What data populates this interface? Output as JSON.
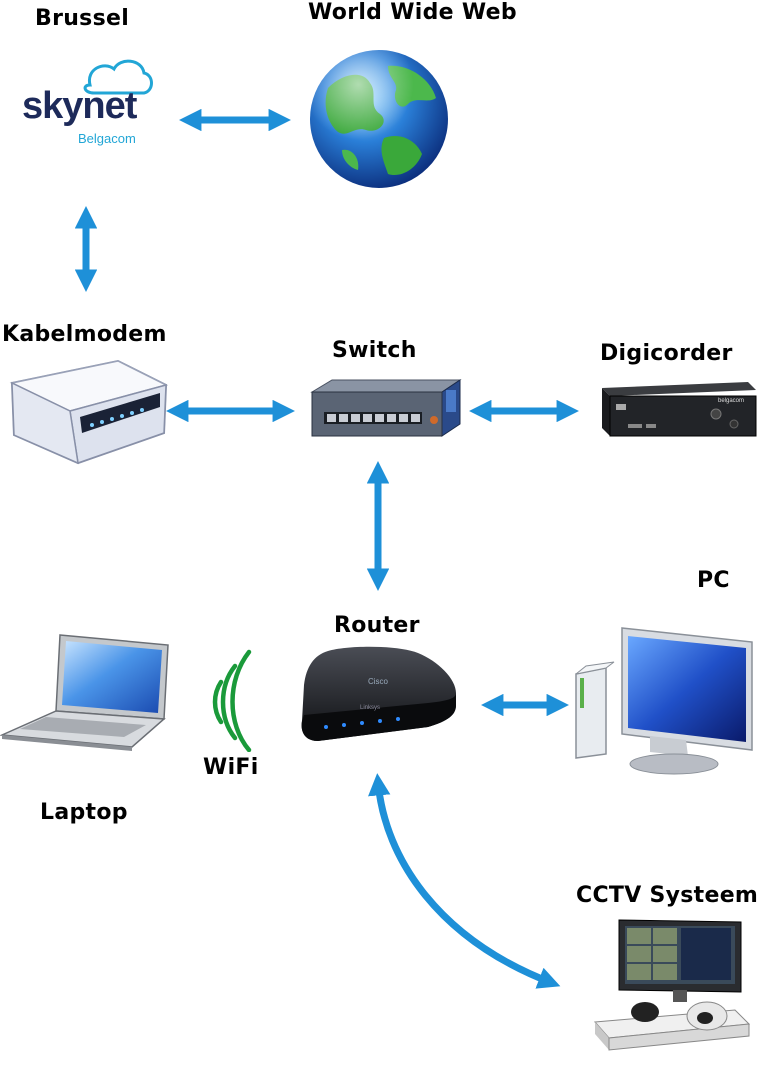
{
  "labels": {
    "brussel": "Brussel",
    "www": "World Wide Web",
    "kabelmodem": "Kabelmodem",
    "switch": "Switch",
    "digicorder": "Digicorder",
    "pc": "PC",
    "router": "Router",
    "wifi": "WiFi",
    "laptop": "Laptop",
    "cctv": "CCTV Systeem"
  },
  "logo": {
    "main": "skynet",
    "sub": "Belgacom"
  },
  "device_text": {
    "digicorder_brand": "belgacom",
    "router_brand": "Cisco",
    "router_model": "Linksys"
  },
  "colors": {
    "arrow": "#1e90d8",
    "wifi_waves": "#1a9a3a",
    "logo_navy": "#1d2a5a",
    "logo_cyan": "#22a6d6"
  },
  "connections": [
    {
      "from": "skynet",
      "to": "world-wide-web",
      "bidirectional": true
    },
    {
      "from": "skynet",
      "to": "kabelmodem",
      "bidirectional": true
    },
    {
      "from": "kabelmodem",
      "to": "switch",
      "bidirectional": true
    },
    {
      "from": "switch",
      "to": "digicorder",
      "bidirectional": true
    },
    {
      "from": "switch",
      "to": "router",
      "bidirectional": true
    },
    {
      "from": "router",
      "to": "pc",
      "bidirectional": true
    },
    {
      "from": "router",
      "to": "cctv-systeem",
      "bidirectional": true
    },
    {
      "from": "router",
      "to": "laptop",
      "type": "wifi"
    }
  ]
}
